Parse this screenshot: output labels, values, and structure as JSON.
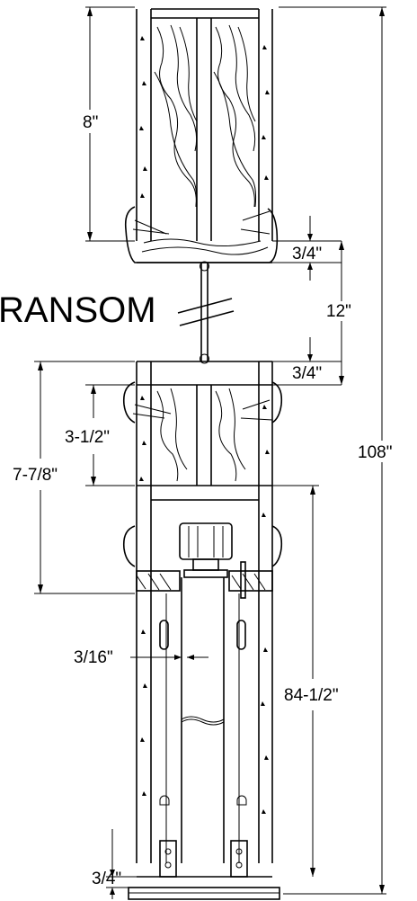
{
  "dimensions": {
    "top_stud": "8\"",
    "upper_gap": "3/4\"",
    "transom": "12\"",
    "lower_gap": "3/4\"",
    "header_depth": "3-1/2\"",
    "header_total": "7-7/8\"",
    "overall": "108\"",
    "door_clearance": "3/16\"",
    "door_height": "84-1/2\"",
    "floor_gap": "3/4\""
  },
  "labels": {
    "transom_label": "RANSOM"
  }
}
